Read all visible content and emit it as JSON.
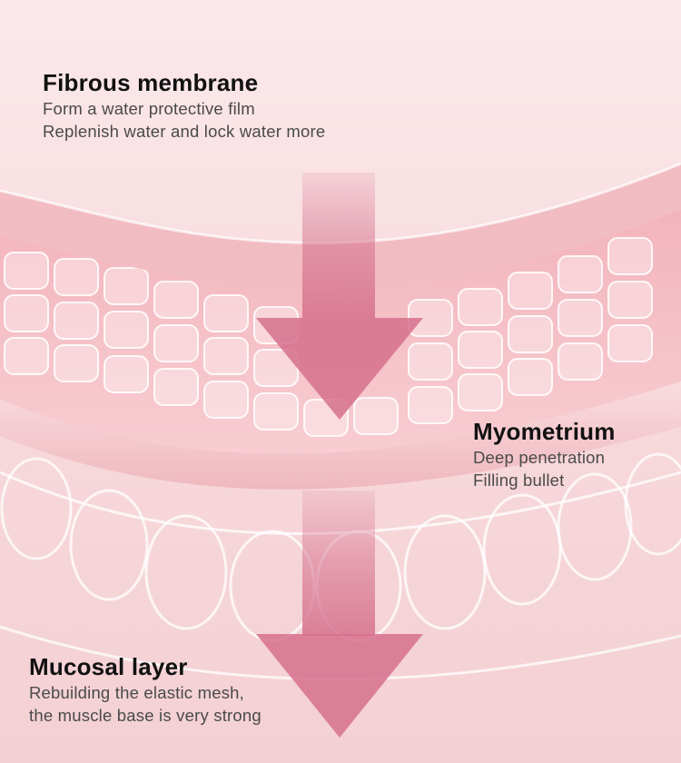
{
  "sections": {
    "fibrous": {
      "title": "Fibrous membrane",
      "lines": [
        "Form a water protective film",
        "Replenish water and lock water more"
      ]
    },
    "myometrium": {
      "title": "Myometrium",
      "lines": [
        "Deep penetration",
        "Filling bullet"
      ]
    },
    "mucosal": {
      "title": "Mucosal layer",
      "lines": [
        "Rebuilding the elastic mesh,",
        "the muscle base is very strong"
      ]
    }
  },
  "colors": {
    "background": "#f6d9dc",
    "arrow": "#d6708d",
    "cell_fill": "#f7c6cc",
    "cell_edge": "#ffffff"
  }
}
